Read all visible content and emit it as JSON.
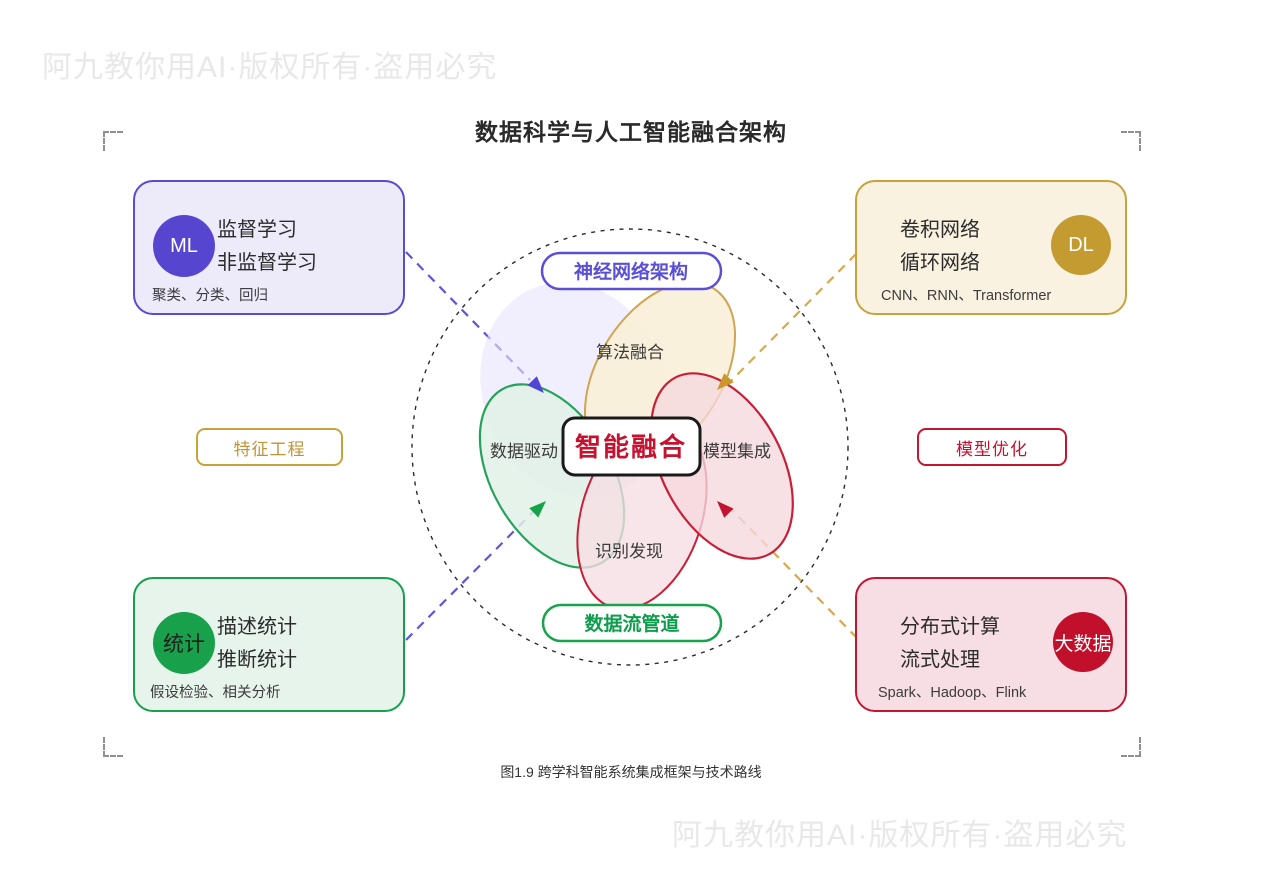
{
  "title": "数据科学与人工智能融合架构",
  "caption": "图1.9 跨学科智能系统集成框架与技术路线",
  "watermark": "阿九教你用AI·版权所有·盗用必究",
  "colors": {
    "indigo": "#5a4bd0",
    "gold": "#c9a23c",
    "green": "#16a04b",
    "crimson": "#c21631",
    "core_text": "#c5122f"
  },
  "boxes": {
    "ml": {
      "badge": "ML",
      "line1": "监督学习",
      "line2": "非监督学习",
      "sub": "聚类、分类、回归"
    },
    "dl": {
      "badge": "DL",
      "line1": "卷积网络",
      "line2": "循环网络",
      "sub": "CNN、RNN、Transformer"
    },
    "stats": {
      "badge": "统计",
      "line1": "描述统计",
      "line2": "推断统计",
      "sub": "假设检验、相关分析"
    },
    "bigdata": {
      "badge": "大数据",
      "line1": "分布式计算",
      "line2": "流式处理",
      "sub": "Spark、Hadoop、Flink"
    }
  },
  "side_labels": {
    "left": "特征工程",
    "right": "模型优化"
  },
  "center": {
    "top_pill": "神经网络架构",
    "bottom_pill": "数据流管道",
    "core": "智能融合",
    "petal_top": "算法融合",
    "petal_left": "数据驱动",
    "petal_right": "模型集成",
    "petal_bottom": "识别发现"
  }
}
